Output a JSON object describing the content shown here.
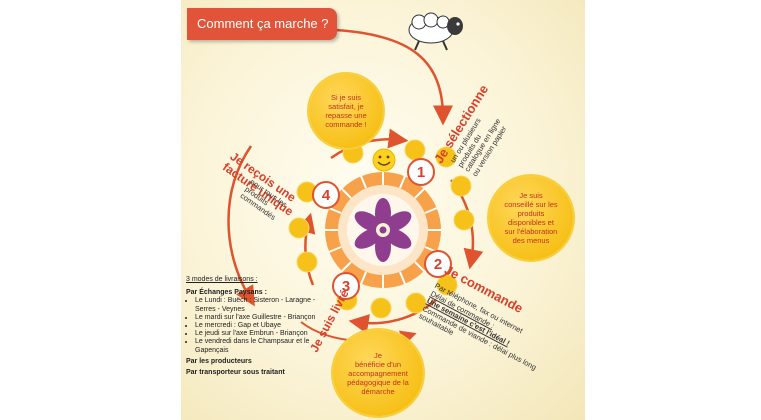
{
  "title": "Comment ça marche ?",
  "center_icon": "flower-icon",
  "mascot_icon": "sheep-icon",
  "smiley_icon": "smiley-icon",
  "steps": [
    {
      "number": "1",
      "heading": "Je sélectionne",
      "text": [
        "un ou plusieurs",
        "produits du",
        "catalogue en ligne",
        "ou version papier"
      ]
    },
    {
      "number": "2",
      "heading": "Je commande",
      "text": [
        "Par téléphone, fax ou internet",
        "Délai de commande :",
        "Une semaine c'est l'idéal !",
        "Commande de viande : délai plus long",
        "souhaitable"
      ]
    },
    {
      "number": "3",
      "heading": "Je suis livré",
      "text": []
    },
    {
      "number": "4",
      "heading": "Je reçois une facture unique",
      "heading_lines": [
        "Je reçois une",
        "facture unique"
      ],
      "text": [
        "pour tous les",
        "produits",
        "commandés"
      ]
    }
  ],
  "bubbles": {
    "top": [
      "Si je suis",
      "satisfait, je",
      "repasse une",
      "commande !"
    ],
    "right": [
      "Je suis",
      "conseillé sur les",
      "produits",
      "disponibles et",
      "sur l'élaboration",
      "des menus"
    ],
    "bottom": [
      "Je",
      "bénéficie d'un",
      "accompagnement",
      "pédagogique de la",
      "démarche"
    ]
  },
  "delivery": {
    "title": "3 modes de livraisons :",
    "mode1": "Par Échanges Paysans :",
    "items": [
      "Le Lundi : Buëch : Sisteron - Laragne - Serres - Veynes",
      "Le mardi sur l'axe Guillestre - Briançon",
      "Le mercredi : Gap et Ubaye",
      "Le jeudi sur l'axe Embrun - Briançon",
      "Le vendredi dans le Champsaur et le Gapençais"
    ],
    "mode2": "Par les producteurs",
    "mode3": "Par transporteur sous traitant"
  },
  "colors": {
    "accent": "#e2543a",
    "bubble": "#f4b800",
    "ring": "#e0532f",
    "flower": "#8e3d8f"
  }
}
